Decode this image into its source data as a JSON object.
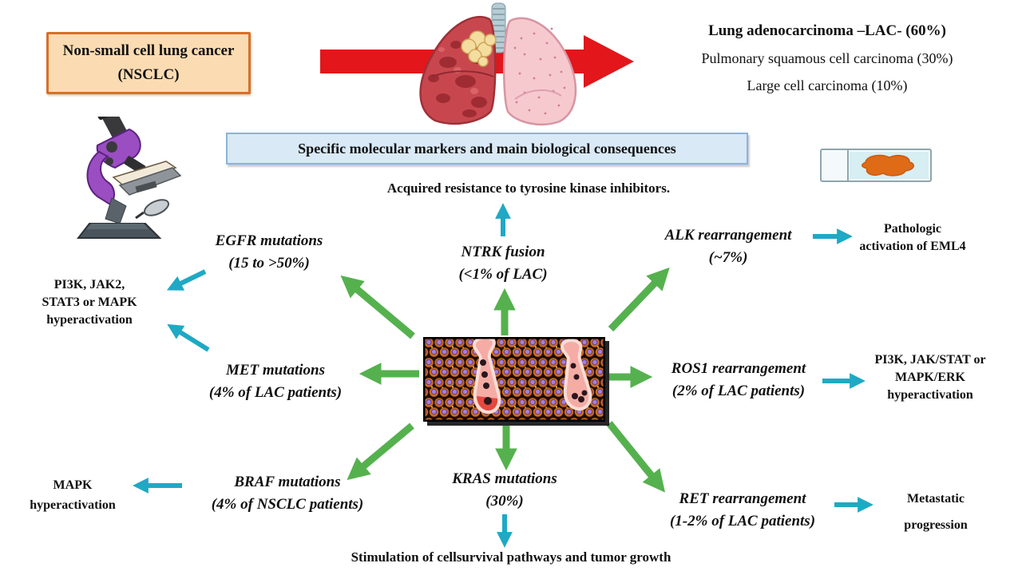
{
  "colors": {
    "green": "#55b14e",
    "cyan": "#1fa9c4",
    "red": "#e2161b",
    "nsclc-fill": "#fbdcb2",
    "nsclc-border": "#d86f28",
    "banner-fill": "#d9e9f6",
    "banner-border": "#8cb3d9",
    "ink": "#111111"
  },
  "header": {
    "nsclc_box": {
      "line1": "Non-small cell lung cancer",
      "line2": "(NSCLC)"
    },
    "subtypes": [
      {
        "label": "Lung adenocarcinoma  –LAC- (60%)"
      },
      {
        "label": "Pulmonary squamous cell carcinoma  (30%)"
      },
      {
        "label": "Large cell carcinoma (10%)"
      }
    ]
  },
  "banner": {
    "label": "Specific molecular markers and main biological consequences"
  },
  "outcomes": {
    "top": "Acquired resistance to tyrosine kinase inhibitors.",
    "bottom": "Stimulation of cellsurvival  pathways and tumor growth"
  },
  "markers": {
    "egfr": {
      "name": "EGFR mutations",
      "freq": "(15 to >50%)"
    },
    "ntrk": {
      "name": "NTRK fusion",
      "freq": "(<1% of LAC)"
    },
    "alk": {
      "name": "ALK rearrangement",
      "freq": "(~7%)"
    },
    "met": {
      "name": "MET mutations",
      "freq": "(4% of LAC patients)"
    },
    "ros1": {
      "name": "ROS1 rearrangement",
      "freq": "(2% of LAC patients)"
    },
    "braf": {
      "name": "BRAF mutations",
      "freq": "(4% of  NSCLC patients)"
    },
    "kras": {
      "name": "KRAS mutations",
      "freq": "(30%)"
    },
    "ret": {
      "name": "RET rearrangement",
      "freq": "(1-2% of LAC patients)"
    }
  },
  "consequences": {
    "pi3k_jak2": {
      "line1": "PI3K, JAK2,",
      "line2": "STAT3 or MAPK",
      "line3": "hyperactivation"
    },
    "eml4": {
      "line1": "Pathologic",
      "line2": "activation of EML4"
    },
    "pi3k_jakstat": {
      "line1": "PI3K, JAK/STAT or",
      "line2": "MAPK/ERK",
      "line3": "hyperactivation"
    },
    "mapk": {
      "line1": "MAPK",
      "line2": "hyperactivation"
    },
    "metastatic": {
      "line1": "Metastatic",
      "line2": "progression"
    }
  },
  "icons": {
    "microscope": "microscope-icon",
    "lungs": "lungs-with-tumor-icon",
    "slide": "specimen-slide-icon",
    "histology": "tumor-histology-image"
  }
}
